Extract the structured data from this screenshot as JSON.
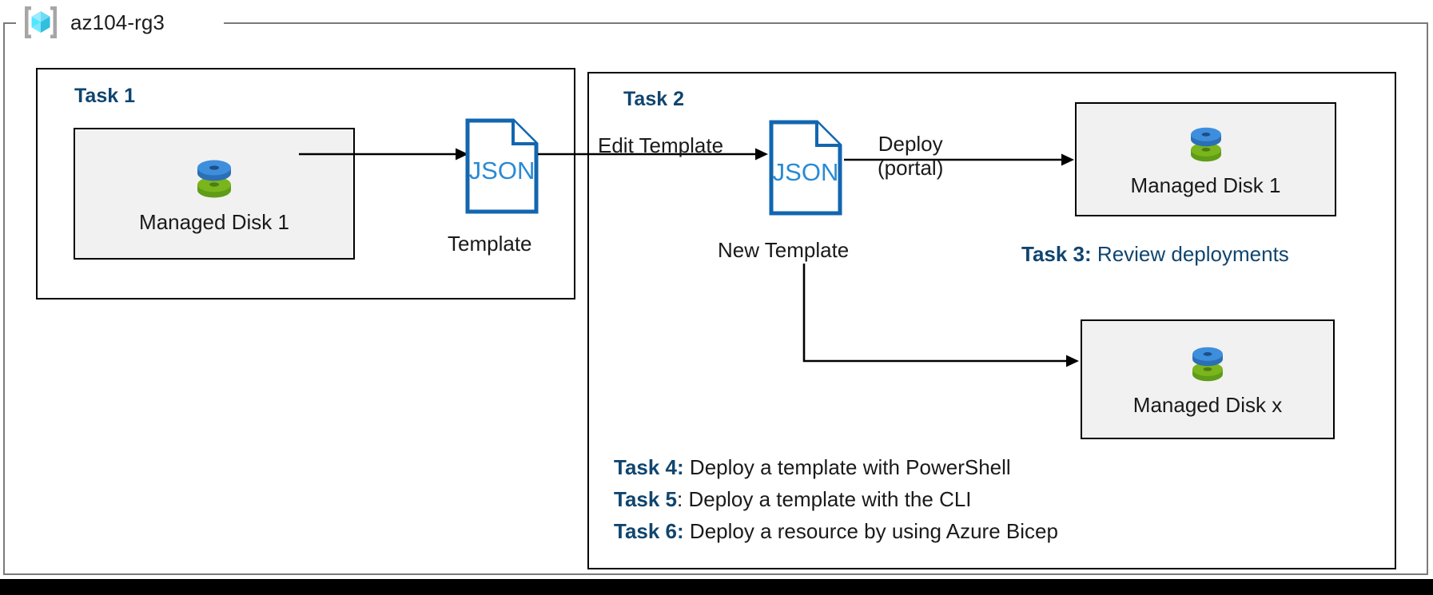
{
  "resource_group": {
    "name": "az104-rg3",
    "icon": "azure-resource-group-cube-icon"
  },
  "task1": {
    "heading": "Task 1",
    "resource": {
      "label": "Managed Disk 1",
      "icon": "managed-disk-icon"
    },
    "output_document": {
      "type_label": "JSON",
      "caption": "Template",
      "icon": "json-document-icon"
    }
  },
  "task2": {
    "heading": "Task 2",
    "edge_label": "Edit Template",
    "document": {
      "type_label": "JSON",
      "caption": "New Template",
      "icon": "json-document-icon"
    },
    "deploy_edge_label_line1": "Deploy",
    "deploy_edge_label_line2": "(portal)",
    "deployed_resource": {
      "label": "Managed Disk 1",
      "icon": "managed-disk-icon"
    },
    "scaled_resource": {
      "label": "Managed Disk x",
      "icon": "managed-disk-icon"
    }
  },
  "notes": [
    {
      "tag": "Task 3:",
      "text": " Review deployments",
      "accent": true
    },
    {
      "tag": "Task 4:",
      "text": " Deploy a template with PowerShell",
      "accent": false
    },
    {
      "tag": "Task 5",
      "text": ": Deploy a template with the CLI",
      "accent": false
    },
    {
      "tag": "Task 6:",
      "text": " Deploy a resource by using Azure Bicep",
      "accent": false
    }
  ],
  "colors": {
    "accent_blue": "#10456f",
    "json_blue": "#1266b0",
    "disk_blue": "#3e8ede",
    "disk_green": "#7ab51d",
    "resource_fill": "#f1f1f1",
    "container_border": "#7a7a7a",
    "box_border": "#000000",
    "cube_cyan": "#50e6ff",
    "bracket_gray": "#a6a6a6"
  }
}
